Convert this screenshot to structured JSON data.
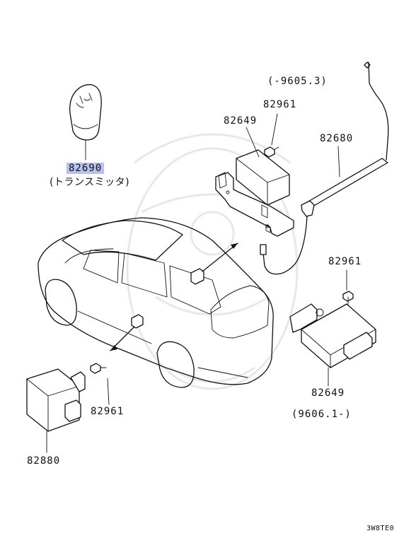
{
  "diagram": {
    "parts": {
      "transmitter": {
        "part_no": "82690",
        "name": "(トランスミッタ)",
        "icon": "key-fob-transmitter-icon"
      },
      "receiver_early": {
        "part_no": "82649",
        "date_range": "(-9605.3)",
        "icon": "receiver-module-icon"
      },
      "screw_upper": {
        "part_no": "82961",
        "icon": "screw-icon"
      },
      "antenna": {
        "part_no": "82680",
        "icon": "antenna-cable-icon"
      },
      "screw_right": {
        "part_no": "82961",
        "icon": "screw-icon"
      },
      "receiver_late": {
        "part_no": "82649",
        "date_range": "(9606.1-)",
        "icon": "receiver-module-icon"
      },
      "screw_lower": {
        "part_no": "82961",
        "icon": "screw-icon"
      },
      "control_unit": {
        "part_no": "82880",
        "icon": "control-unit-icon"
      }
    },
    "vehicle_icon": "minivan-outline-icon",
    "watermark_icon": "samurai-helmet-watermark-icon",
    "highlight_color": "#b9bff0",
    "diagram_code": "3W8TE0"
  }
}
